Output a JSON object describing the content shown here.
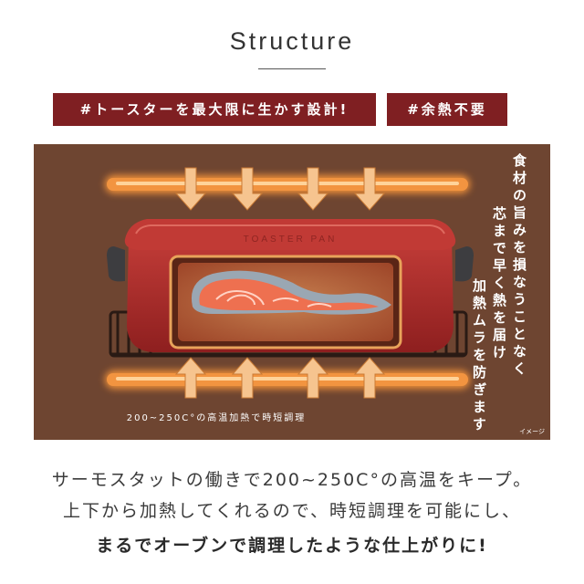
{
  "header": {
    "title": "Structure"
  },
  "tags": [
    "#トースターを最大限に生かす設計!",
    "#余熱不要"
  ],
  "panel": {
    "lid_text": "TOASTER PAN",
    "caption": "200~250C°の高温加熱で時短調理",
    "image_note": "イメージ",
    "vertical_text": [
      "食材の旨みを損なうことなく",
      "芯まで早く熱を届け",
      "加熱ムラを防ぎます"
    ],
    "colors": {
      "background": "#6e4531",
      "heater": "#f39a3c",
      "arrow": "#f6c48f",
      "pan": "#b8312f",
      "salmon": "#ee7050",
      "skin": "#9aa7b3"
    },
    "icons": [
      "heat-arrow-down-icon",
      "heat-arrow-up-icon"
    ]
  },
  "description": {
    "line1": "サーモスタットの働きで200~250C°の高温をキープ。",
    "line2": "上下から加熱してくれるので、時短調理を可能にし、",
    "line3": "まるでオーブンで調理したような仕上がりに!"
  },
  "colors": {
    "tag_background": "#7f1f22"
  }
}
